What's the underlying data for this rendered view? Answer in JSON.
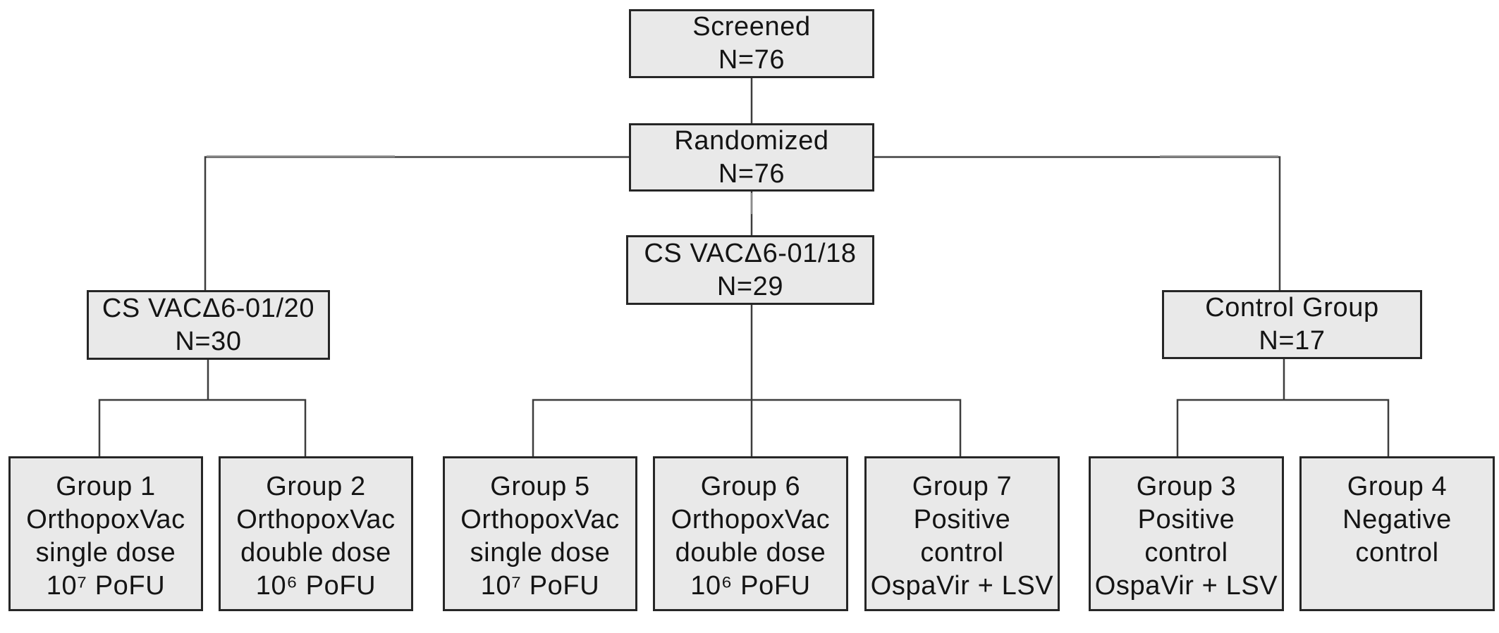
{
  "diagram": {
    "title": "Clinical study enrollment flowchart",
    "colors": {
      "background": "#ffffff",
      "box_fill": "#e9e9e9",
      "box_border": "#262626",
      "connector": "#3d3d3d",
      "connector_gray": "#8c8c8c",
      "text": "#141414"
    },
    "nodes": [
      {
        "id": "screened",
        "lines": [
          "Screened",
          "N=76"
        ]
      },
      {
        "id": "randomized",
        "lines": [
          "Randomized",
          "N=76"
        ]
      },
      {
        "id": "vac18",
        "lines": [
          "CS VACΔ6-01/18",
          "N=29"
        ]
      },
      {
        "id": "vac20",
        "lines": [
          "CS VACΔ6-01/20",
          "N=30"
        ]
      },
      {
        "id": "control",
        "lines": [
          "Control Group",
          "N=17"
        ]
      },
      {
        "id": "group1",
        "lines": [
          "Group 1",
          "OrthopoxVac",
          "single dose",
          "10⁷ PoFU"
        ]
      },
      {
        "id": "group2",
        "lines": [
          "Group 2",
          "OrthopoxVac",
          "double dose",
          "10⁶ PoFU"
        ]
      },
      {
        "id": "group5",
        "lines": [
          "Group 5",
          "OrthopoxVac",
          "single dose",
          "10⁷ PoFU"
        ]
      },
      {
        "id": "group6",
        "lines": [
          "Group 6",
          "OrthopoxVac",
          "double dose",
          "10⁶ PoFU"
        ]
      },
      {
        "id": "group7",
        "lines": [
          "Group 7",
          "Positive",
          "control",
          "OspaVir + LSV"
        ]
      },
      {
        "id": "group3",
        "lines": [
          "Group 3",
          "Positive",
          "control",
          "OspaVir + LSV"
        ]
      },
      {
        "id": "group4",
        "lines": [
          "Group 4",
          "Negative",
          "control"
        ]
      }
    ],
    "edges": [
      [
        "Screened",
        "Randomized"
      ],
      [
        "Randomized",
        "CS VACΔ6-01/20"
      ],
      [
        "Randomized",
        "CS VACΔ6-01/18"
      ],
      [
        "Randomized",
        "Control Group"
      ],
      [
        "CS VACΔ6-01/20",
        "Group 1"
      ],
      [
        "CS VACΔ6-01/20",
        "Group 2"
      ],
      [
        "CS VACΔ6-01/18",
        "Group 5"
      ],
      [
        "CS VACΔ6-01/18",
        "Group 6"
      ],
      [
        "CS VACΔ6-01/18",
        "Group 7"
      ],
      [
        "Control Group",
        "Group 3"
      ],
      [
        "Control Group",
        "Group 4"
      ]
    ]
  }
}
